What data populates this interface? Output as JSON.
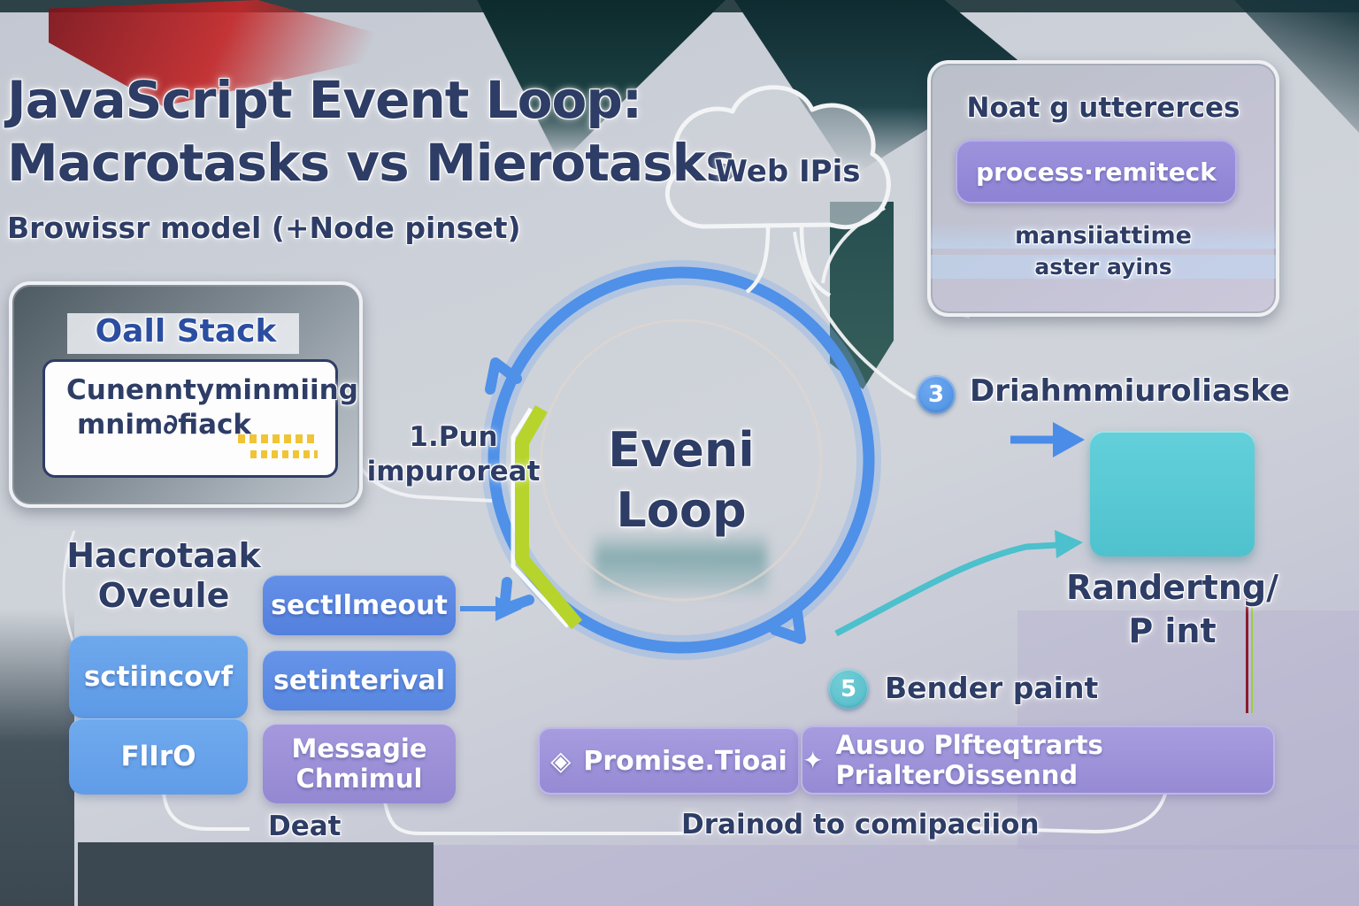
{
  "header": {
    "title_line1": "JavaScript Event Loop:",
    "title_line2": "Macrotasks vs Mierotasks",
    "subtitle": "Browissr model (+Node pinset)"
  },
  "call_stack": {
    "title": "Oall Stack",
    "frame_line1": "Cunenntyminmiing",
    "frame_line2": "mnim∂fiack"
  },
  "web_apis": {
    "label": "Web IPis"
  },
  "node_box": {
    "title": "Noat g uttererces",
    "pill_label": "process·remiteck",
    "note_line1": "mansiiattime",
    "note_line2": "aster ayins"
  },
  "event_loop": {
    "line1": "Eveni",
    "line2": "Loop"
  },
  "annotations": {
    "run_line1": "1.Pun",
    "run_line2": "impuroreat",
    "step3_badge": "3",
    "step3_label": "Driahmmiuroliaske",
    "step5_badge": "5",
    "step5_label": "Bender paint",
    "deat": "Deat",
    "drained": "Drainod to comipaciion"
  },
  "rendering": {
    "line1": "Randertng/",
    "line2": "P int"
  },
  "macrotask_queue": {
    "heading_line1": "Hacrotaak",
    "heading_line2": "Oveule",
    "box_settimeout": "sectIlmeout",
    "box_setinterval": "setinterival",
    "box_io": "sctiincovf",
    "box_fifo": "FlIrO",
    "box_message_line1": "Messagie",
    "box_message_line2": "Chmimul"
  },
  "microtask_queue": {
    "promise_icon": "◈",
    "promise_label": "Promise.Tioai",
    "async_icon": "✦",
    "async_label": "Ausuo Plfteqtrarts PrialterOissennd"
  },
  "colors": {
    "accent_blue": "#4f90e8",
    "accent_teal": "#52c5d0",
    "accent_green": "#b6d42c",
    "accent_purple": "#9c90d8",
    "navy": "#2e3d66"
  }
}
